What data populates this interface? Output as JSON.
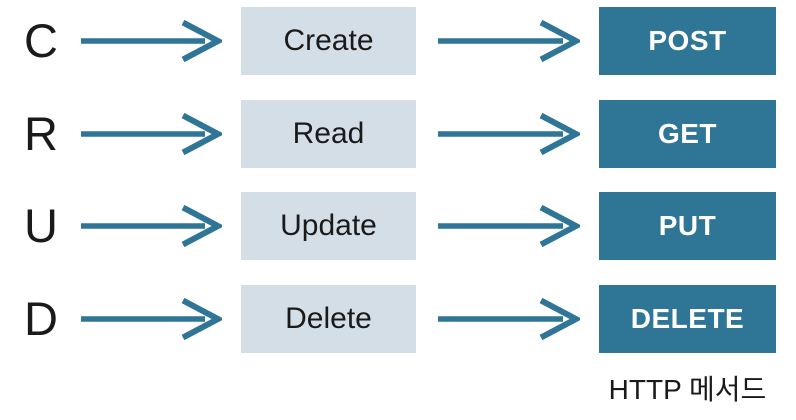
{
  "diagram": {
    "title_implicit": "CRUD to HTTP method mapping",
    "rows": [
      {
        "letter": "C",
        "operation": "Create",
        "method": "POST"
      },
      {
        "letter": "R",
        "operation": "Read",
        "method": "GET"
      },
      {
        "letter": "U",
        "operation": "Update",
        "method": "PUT"
      },
      {
        "letter": "D",
        "operation": "Delete",
        "method": "DELETE"
      }
    ],
    "caption": "HTTP 메서드",
    "icons": {
      "arrow": "right-arrow-icon"
    },
    "colors": {
      "accent": "#2f7596",
      "lightBox": "#d4dee6",
      "text": "#1a1a1a",
      "methodText": "#ffffff",
      "bg": "#ffffff"
    }
  }
}
